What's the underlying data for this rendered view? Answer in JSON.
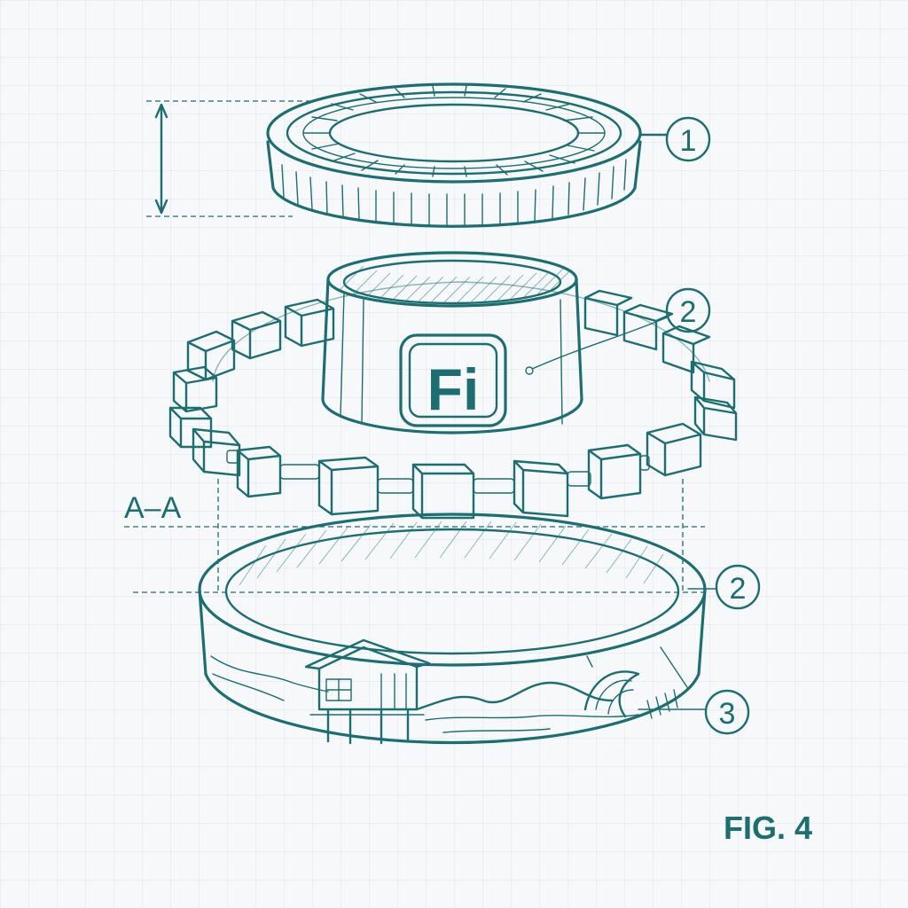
{
  "callouts": {
    "c1": "1",
    "c2a": "2",
    "c2b": "2",
    "c3": "3"
  },
  "section_label": "A–A",
  "logo_text": "Fi",
  "figure_label": "FIG. 4",
  "colors": {
    "ink": "#1b6e72",
    "paper": "#f6f8f9",
    "grid": "#dde6ea"
  }
}
